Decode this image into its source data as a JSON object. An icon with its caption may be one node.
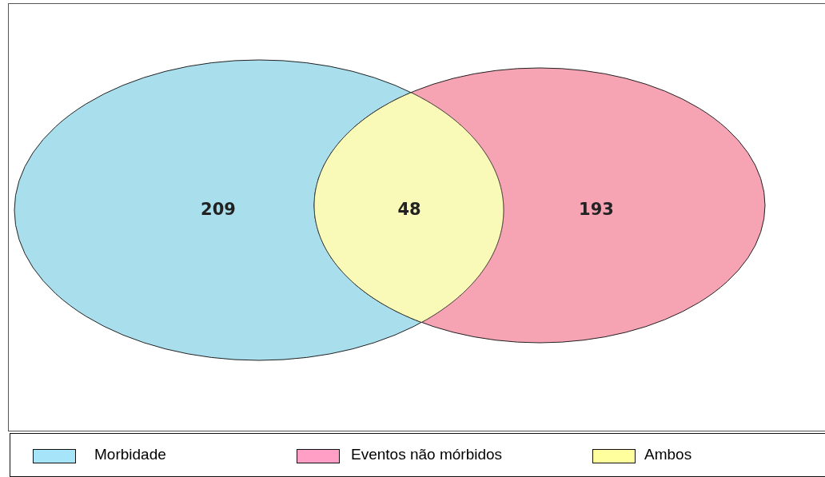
{
  "diagram": {
    "nodes": [
      {
        "text": [
          "209"
        ]
      },
      {
        "text": [
          "193"
        ]
      },
      {
        "text": [
          "48"
        ]
      }
    ],
    "legend": [
      {
        "text": "Morbidade",
        "color": "#a6e4fa"
      },
      {
        "text": "Eventos não mórbidos",
        "color": "#ff9fc6"
      },
      {
        "text": "Ambos",
        "color": "#ffff9e"
      }
    ]
  }
}
